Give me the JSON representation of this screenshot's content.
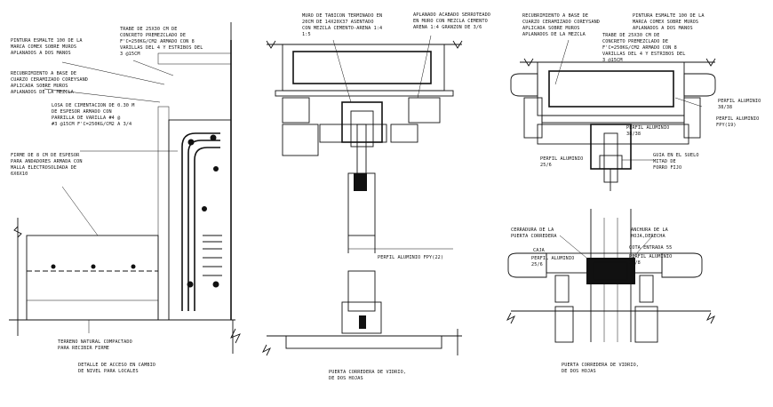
{
  "left_detail": {
    "note_pintura": [
      "PINTURA ESMALTE 100 DE LA",
      "MARCA COMEX SOBRE MUROS",
      "APLANADOS A DOS MANOS"
    ],
    "note_trabe": [
      "TRABE DE 25X30 CM DE",
      "CONCRETO PREMEZCLADO DE",
      "F'C=250KG/CM2 ARMADO CON 8",
      "VARILLAS DEL 4 Y ESTRIBOS DEL",
      "3 @15CM"
    ],
    "note_recubrimiento": [
      "RECUBRIMIENTO A BASE DE",
      "CUARZO CERAMIZADO COREYSAND",
      "APLICADA SOBRE MUROS",
      "APLANADOS DE LA MEZCLA"
    ],
    "note_losa": [
      "LOSA DE CIMENTACION DE 0.30 M",
      "DE ESPESOR ARMADO CON",
      "PARRILLA DE VARILLA #4 @",
      "#3 @15CM F'C=250KG/CM2 A 3/4"
    ],
    "note_firme": [
      "FIRME DE 8 CM DE ESPESOR",
      "PARA ANDADORES ARMADA CON",
      "MALLA ELECTROSOLDADA DE",
      "6X6X10"
    ],
    "note_terreno": [
      "TERRENO NATURAL COMPACTADO",
      "PARA RECIBIR FIRME"
    ],
    "caption": [
      "DETALLE DE ACCESO EN CAMBIO",
      "DE NIVEL PARA LOCALES"
    ]
  },
  "middle_detail": {
    "note_muro": [
      "MURO DE TABICON TERMINADO EN",
      "20CM DE 14X20X37  ASENTADO",
      "CON MEZCLA CEMENTO-ARENA 1:4",
      "1:5"
    ],
    "note_aplanado": [
      "APLANADO ACABADO SERROTEADO",
      "EN MURO CON MEZCLA CEMENTO",
      "ARENA 1:4 GRANZON DE 3/6"
    ],
    "note_perfil": "PERFIL ALUMINIO FPY(22)",
    "caption": [
      "PUERTA CORREDERA DE VIDRIO,",
      "DE DOS HOJAS"
    ]
  },
  "right_detail": {
    "note_recubrimiento": [
      "RECUBRIMIENTO A BASE DE",
      "CUARZO CERAMIZADO COREYSAND",
      "APLICADA SOBRE MUROS",
      "APLANADOS DE LA MEZCLA"
    ],
    "note_pintura": [
      "PINTURA ESMALTE 100 DE LA",
      "MARCA COMEX SOBRE MUROS",
      "APLANADOS A DOS MANOS"
    ],
    "note_trabe": [
      "TRABE DE 25X30 CM DE",
      "CONCRETO PREMEZCLADO DE",
      "F'C=250KG/CM2 ARMADO CON 8",
      "VARILLAS DEL 4 Y ESTRIBOS DEL",
      "3 @15CM"
    ],
    "note_perfil_38": [
      "PERFIL ALUMINIO",
      "38/38"
    ],
    "note_perfil_fpy": [
      "PERFIL ALUMINIO",
      "FPY(19)"
    ],
    "note_perfil_top": [
      "PERFIL ALUMINIO",
      "38/38"
    ],
    "note_perfil_25": [
      "PERFIL ALUMINIO",
      "25/6"
    ],
    "note_guia": [
      "GUIA EN EL SUELO",
      "MITAD DE",
      "FORRO FIJO"
    ],
    "note_cerradura": [
      "CERRADURA DE LA",
      "PUERTA CORREDERA"
    ],
    "note_anchura": [
      "ANCHURA DE LA",
      "HOJA,DERECHA"
    ],
    "note_caja": "CAJA",
    "note_perfil_25b": [
      "PERFIL ALUMINIO",
      "25/6"
    ],
    "note_cota": "COTA ENTRADA 55",
    "note_perfil_25c": [
      "PERFIL ALUMINIO",
      "25/8"
    ],
    "caption": [
      "PUERTA CORREDERA DE VIDRIO,",
      "DE DOS HOJAS"
    ]
  }
}
